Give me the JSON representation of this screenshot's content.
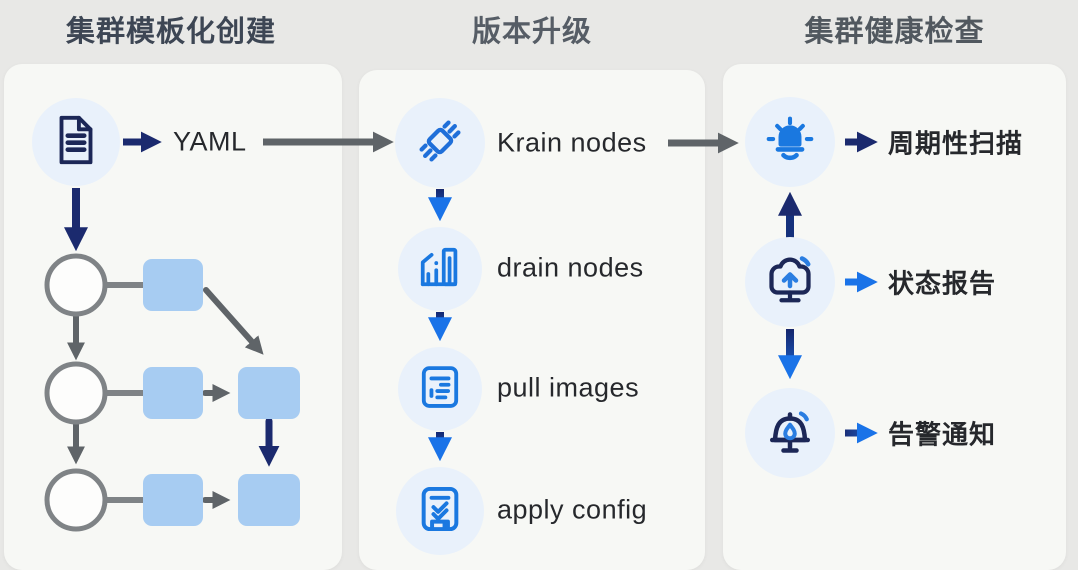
{
  "columns": [
    {
      "title": "集群模板化创建",
      "items": [
        {
          "label": "YAML"
        }
      ]
    },
    {
      "title": "版本升级",
      "items": [
        {
          "label": "Krain nodes"
        },
        {
          "label": "drain nodes"
        },
        {
          "label": "pull images"
        },
        {
          "label": "apply config"
        }
      ]
    },
    {
      "title": "集群健康检查",
      "items": [
        {
          "label": "周期性扫描"
        },
        {
          "label": "状态报告"
        },
        {
          "label": "告警通知"
        }
      ]
    }
  ],
  "colors": {
    "page_bg": "#e8e8e6",
    "card_bg": "#f7f8f5",
    "icon_bg": "#e9f1fb",
    "navy": "#1b2a6e",
    "blue": "#1a73e8",
    "gray_arrow": "#5f6468",
    "node_fill": "#a7ccf2",
    "text_dark": "#26282c"
  }
}
